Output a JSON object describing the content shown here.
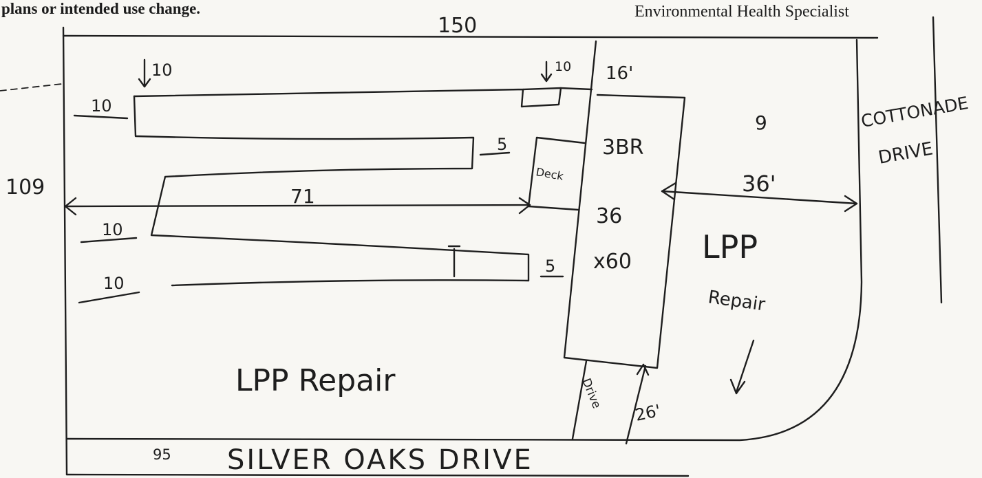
{
  "header": {
    "left_text": "plans or intended use change.",
    "right_text": "Environmental Health Specialist"
  },
  "dimensions": {
    "lot_top": "150",
    "lot_left": "109",
    "lot_bottom": "95",
    "arrow_top_left": "10",
    "arrow_top_right": "10",
    "line_left_1": "10",
    "line_left_2": "10",
    "line_left_3": "10",
    "line_right_1": "5",
    "line_right_2": "5",
    "width_71": "71",
    "house_top": "16'",
    "house_right": "36'",
    "drive_length": "26'",
    "side_mark": "9"
  },
  "house": {
    "bedrooms": "3BR",
    "size_line1": "36",
    "size_line2": "x60"
  },
  "labels": {
    "deck": "Deck",
    "drive": "Drive",
    "lpp_repair_bottom": "LPP Repair",
    "lpp_repair_right_1": "LPP",
    "lpp_repair_right_2": "Repair"
  },
  "roads": {
    "bottom": "SILVER OAKS DRIVE",
    "right_line1": "COTTONADE",
    "right_line2": "DRIVE"
  }
}
